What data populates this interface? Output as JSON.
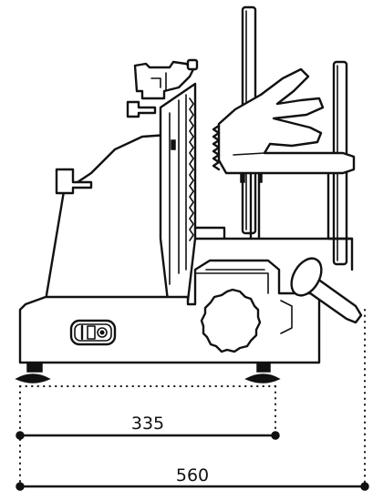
{
  "diagram": {
    "dimensions": [
      {
        "id": "feet-span",
        "value": "335"
      },
      {
        "id": "total-length",
        "value": "560"
      }
    ]
  }
}
